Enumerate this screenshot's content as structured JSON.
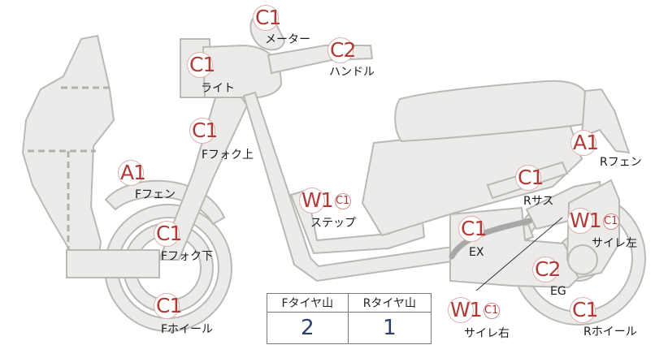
{
  "parts": [
    {
      "id": "meter",
      "code": "C1",
      "label": "メーター"
    },
    {
      "id": "handle",
      "code": "C2",
      "label": "ハンドル"
    },
    {
      "id": "light",
      "code": "C1",
      "label": "ライト"
    },
    {
      "id": "f-fork-upper",
      "code": "C1",
      "label": "Fフォク上"
    },
    {
      "id": "f-fender",
      "code": "A1",
      "label": "Fフェン"
    },
    {
      "id": "f-fork-lower",
      "code": "C1",
      "label": "Fフォク下"
    },
    {
      "id": "f-wheel",
      "code": "C1",
      "label": "Fホイール"
    },
    {
      "id": "step",
      "code": "W1",
      "sub": "C1",
      "label": "ステップ"
    },
    {
      "id": "r-fender",
      "code": "A1",
      "label": "Rフェン"
    },
    {
      "id": "r-suspension",
      "code": "C1",
      "label": "Rサス"
    },
    {
      "id": "silencer-left",
      "code": "W1",
      "sub": "C1",
      "label": "サイレ左"
    },
    {
      "id": "exhaust",
      "code": "C1",
      "label": "EX"
    },
    {
      "id": "engine",
      "code": "C2",
      "label": "EG"
    },
    {
      "id": "silencer-right",
      "code": "W1",
      "sub": "C1",
      "label": "サイレ右"
    },
    {
      "id": "r-wheel",
      "code": "C1",
      "label": "Rホイール"
    }
  ],
  "tread_table": {
    "front_label": "Fタイヤ山",
    "rear_label": "Rタイヤ山",
    "front_value": "2",
    "rear_value": "1"
  }
}
